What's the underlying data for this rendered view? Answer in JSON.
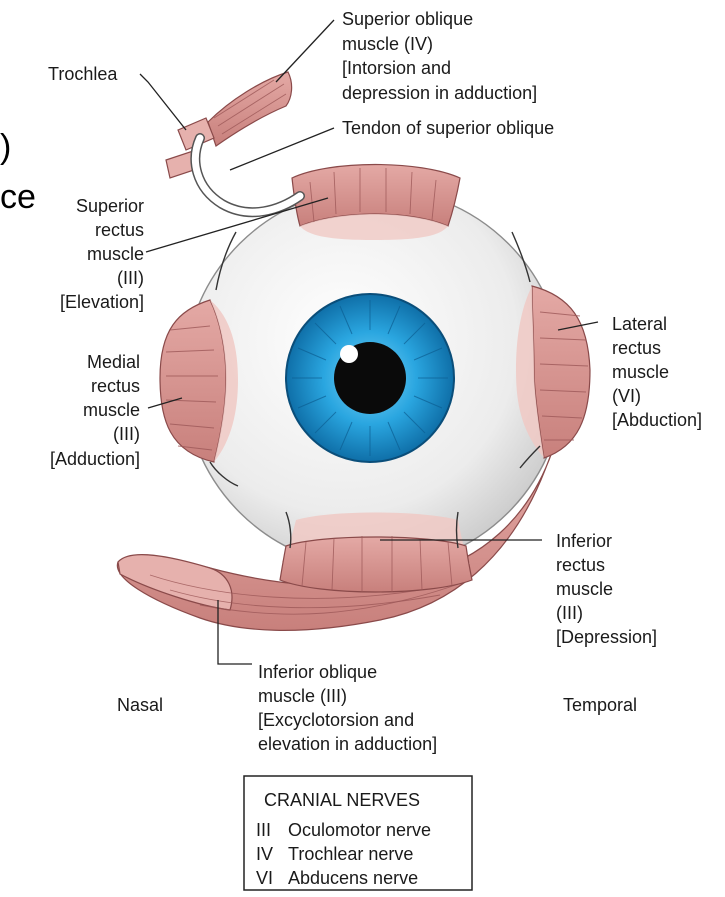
{
  "fragments": {
    "left_paren": ")",
    "left_text": "ce"
  },
  "labels": {
    "superior_oblique": [
      "Superior oblique",
      "muscle (IV)",
      "[Intorsion and",
      "depression in adduction]"
    ],
    "trochlea": [
      "Trochlea"
    ],
    "tendon_superior_oblique": [
      "Tendon of superior oblique"
    ],
    "superior_rectus": [
      "Superior",
      "rectus",
      "muscle",
      "(III)",
      "[Elevation]"
    ],
    "medial_rectus": [
      "Medial",
      "rectus",
      "muscle",
      "(III)",
      "[Adduction]"
    ],
    "lateral_rectus": [
      "Lateral",
      "rectus",
      "muscle",
      "(VI)",
      "[Abduction]"
    ],
    "inferior_rectus": [
      "Inferior",
      "rectus",
      "muscle",
      "(III)",
      "[Depression]"
    ],
    "inferior_oblique": [
      "Inferior oblique",
      "muscle (III)",
      "[Excyclotorsion and",
      "elevation in adduction]"
    ],
    "nasal": [
      "Nasal"
    ],
    "temporal": [
      "Temporal"
    ]
  },
  "legend": {
    "title": "CRANIAL NERVES",
    "rows": [
      {
        "code": "III",
        "name": "Oculomotor nerve"
      },
      {
        "code": "IV",
        "name": "Trochlear nerve"
      },
      {
        "code": "VI",
        "name": "Abducens nerve"
      }
    ]
  },
  "colors": {
    "muscle": "#d99a96",
    "muscle_light": "#f0c9c4",
    "iris": "#2aa6e0",
    "iris_dark": "#0f6fa8",
    "pupil": "#0a0a0a",
    "sclera": "#f1f1f1"
  }
}
